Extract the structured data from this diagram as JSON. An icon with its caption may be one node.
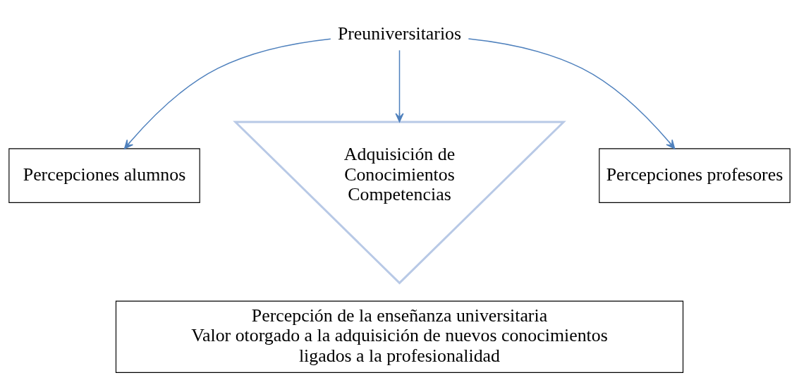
{
  "diagram": {
    "nodes": [
      {
        "text": [
          "Preuniversitarios"
        ]
      },
      {
        "text": [
          "Percepciones alumnos"
        ]
      },
      {
        "text": [
          "Percepciones profesores"
        ]
      },
      {
        "text": [
          "Adquisición de",
          "Conocimientos",
          "Competencias"
        ]
      },
      {
        "text": [
          "Percepción de la enseñanza universitaria",
          "Valor otorgado a la adquisición de nuevos conocimientos ligados a la profesionalidad"
        ]
      }
    ],
    "edges": [
      {
        "from": 0,
        "to": 1,
        "arrow": "to"
      },
      {
        "from": 0,
        "to": 3,
        "arrow": "to"
      },
      {
        "from": 0,
        "to": 2,
        "arrow": "to"
      }
    ]
  }
}
